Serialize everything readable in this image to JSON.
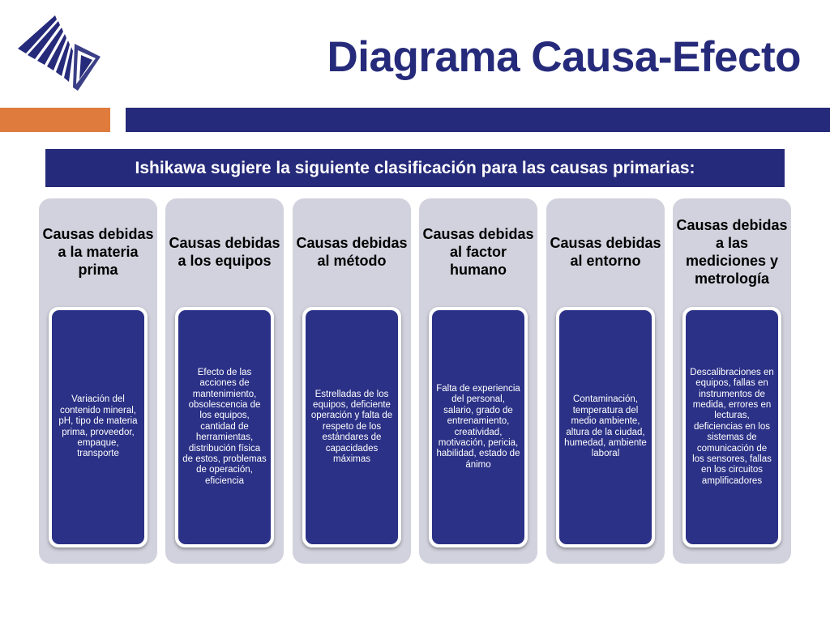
{
  "header": {
    "title": "Diagrama Causa-Efecto",
    "subtitle": "Ishikawa sugiere la siguiente clasificación para las causas primarias:"
  },
  "colors": {
    "navy": "#262a7a",
    "orange": "#e07b3e",
    "column_bg": "#d2d2de",
    "card_bg": "#2b3186"
  },
  "logo": {
    "icon": "striped-wing-logo-icon"
  },
  "columns": [
    {
      "heading": "Causas debidas a la materia prima",
      "detail": "Variación del contenido mineral,  pH, tipo de materia prima, proveedor, empaque, transporte"
    },
    {
      "heading": "Causas debidas a los equipos",
      "detail": "Efecto de las acciones de mantenimiento, obsolescencia de los equipos, cantidad de herramientas, distribución física de estos, problemas de operación, eficiencia"
    },
    {
      "heading": "Causas debidas al método",
      "detail": "Estrelladas de los equipos, deficiente operación y falta de respeto de los estándares de capacidades máximas"
    },
    {
      "heading": "Causas debidas al factor humano",
      "detail": "Falta de experiencia del personal, salario, grado de entrenamiento, creatividad, motivación, pericia, habilidad, estado de ánimo"
    },
    {
      "heading": "Causas debidas al entorno",
      "detail": "Contaminación, temperatura del medio ambiente, altura de la ciudad, humedad, ambiente laboral"
    },
    {
      "heading": "Causas debidas a las mediciones y metrología",
      "detail": "Descalibraciones en equipos, fallas en instrumentos de medida, errores en lecturas, deficiencias en los sistemas de comunicación de los sensores, fallas en los circuitos amplificadores"
    }
  ]
}
